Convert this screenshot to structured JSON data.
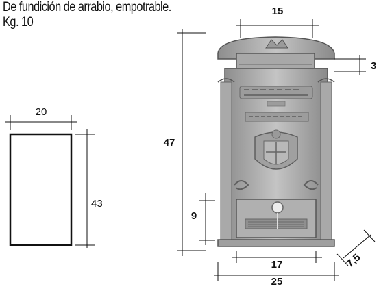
{
  "description_line1": "De fundición de arrabio, empotrable.",
  "description_line2": "Kg. 10",
  "recess": {
    "width_label": "20",
    "height_label": "43"
  },
  "mailbox": {
    "slot_width_label": "15",
    "top_label": "3",
    "height_label": "47",
    "door_height_label": "9",
    "door_width_label": "17",
    "depth_label": "7,5",
    "width_label": "25"
  },
  "colors": {
    "line": "#111111",
    "metal": "#b7b7b7",
    "metal_dark": "#7d7d7d"
  }
}
